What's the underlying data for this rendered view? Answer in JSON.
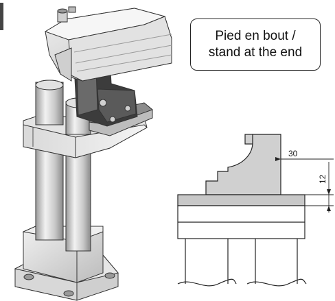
{
  "caption": {
    "line1": "Pied en bout /",
    "line2": "stand at the end"
  },
  "dimensions": {
    "horizontal": "30",
    "vertical": "12"
  },
  "colors": {
    "outline": "#222222",
    "part_fill": "#d0d0d0",
    "metal_light": "#e8e8e8",
    "metal_mid": "#bdbdbd",
    "metal_dark": "#7a7a7a",
    "gripper_dark": "#3a3a3a"
  }
}
